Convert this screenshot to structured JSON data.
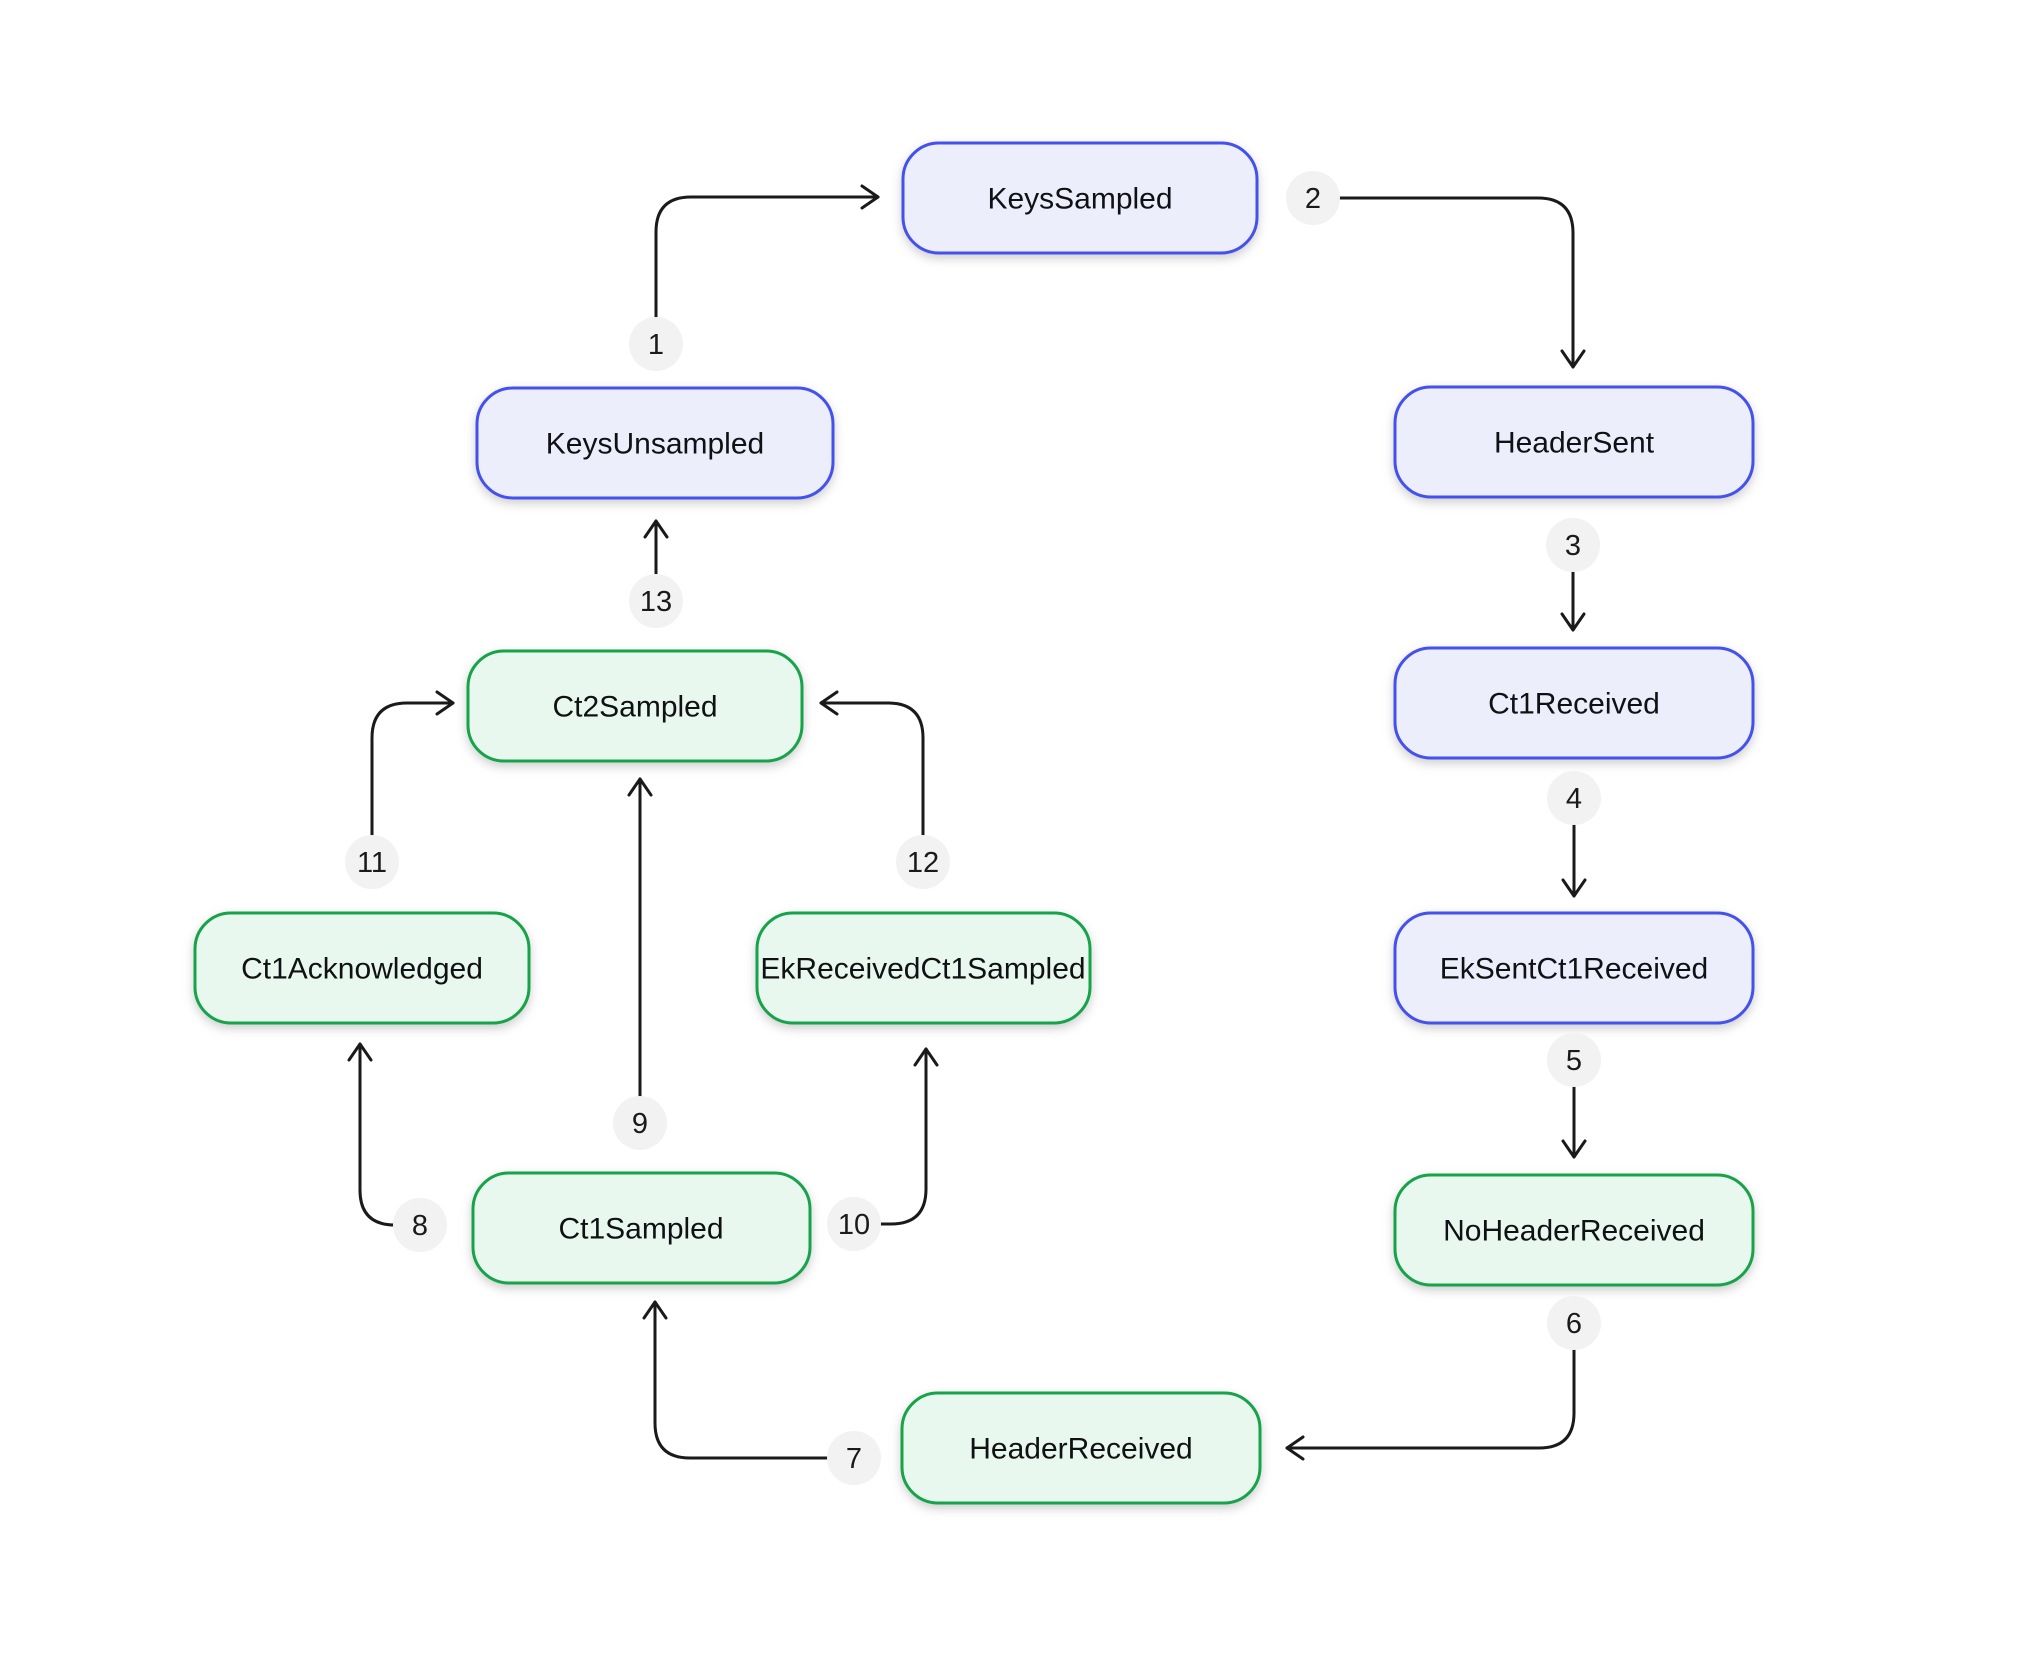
{
  "diagram": {
    "background": "#FFFFFF",
    "edge_color": "#1A1A1A",
    "node_styles": {
      "blue": {
        "border": "#4451EC",
        "fill": "#ECEEFC"
      },
      "green": {
        "border": "#17A34A",
        "fill": "#E9F8EF"
      }
    },
    "badge": {
      "fill": "#F2F2F3",
      "text_color": "#1A1A1A"
    }
  },
  "nodes": {
    "keys_sampled": {
      "label": "KeysSampled",
      "style": "blue"
    },
    "keys_unsampled": {
      "label": "KeysUnsampled",
      "style": "blue"
    },
    "header_sent": {
      "label": "HeaderSent",
      "style": "blue"
    },
    "ct1_received": {
      "label": "Ct1Received",
      "style": "blue"
    },
    "ek_sent_ct1_received": {
      "label": "EkSentCt1Received",
      "style": "blue"
    },
    "no_header_received": {
      "label": "NoHeaderReceived",
      "style": "green"
    },
    "header_received": {
      "label": "HeaderReceived",
      "style": "green"
    },
    "ct1_sampled": {
      "label": "Ct1Sampled",
      "style": "green"
    },
    "ct1_acknowledged": {
      "label": "Ct1Acknowledged",
      "style": "green"
    },
    "ek_received_ct1_sampled": {
      "label": "EkReceivedCt1Sampled",
      "style": "green"
    },
    "ct2_sampled": {
      "label": "Ct2Sampled",
      "style": "green"
    }
  },
  "edges": [
    {
      "number": "1",
      "from": "KeysUnsampled",
      "to": "KeysSampled"
    },
    {
      "number": "2",
      "from": "KeysSampled",
      "to": "HeaderSent"
    },
    {
      "number": "3",
      "from": "HeaderSent",
      "to": "Ct1Received"
    },
    {
      "number": "4",
      "from": "Ct1Received",
      "to": "EkSentCt1Received"
    },
    {
      "number": "5",
      "from": "EkSentCt1Received",
      "to": "NoHeaderReceived"
    },
    {
      "number": "6",
      "from": "NoHeaderReceived",
      "to": "HeaderReceived"
    },
    {
      "number": "7",
      "from": "HeaderReceived",
      "to": "Ct1Sampled"
    },
    {
      "number": "8",
      "from": "Ct1Sampled",
      "to": "Ct1Acknowledged"
    },
    {
      "number": "9",
      "from": "Ct1Sampled",
      "to": "Ct2Sampled"
    },
    {
      "number": "10",
      "from": "Ct1Sampled",
      "to": "EkReceivedCt1Sampled"
    },
    {
      "number": "11",
      "from": "Ct1Acknowledged",
      "to": "Ct2Sampled"
    },
    {
      "number": "12",
      "from": "EkReceivedCt1Sampled",
      "to": "Ct2Sampled"
    },
    {
      "number": "13",
      "from": "Ct2Sampled",
      "to": "KeysUnsampled"
    }
  ]
}
